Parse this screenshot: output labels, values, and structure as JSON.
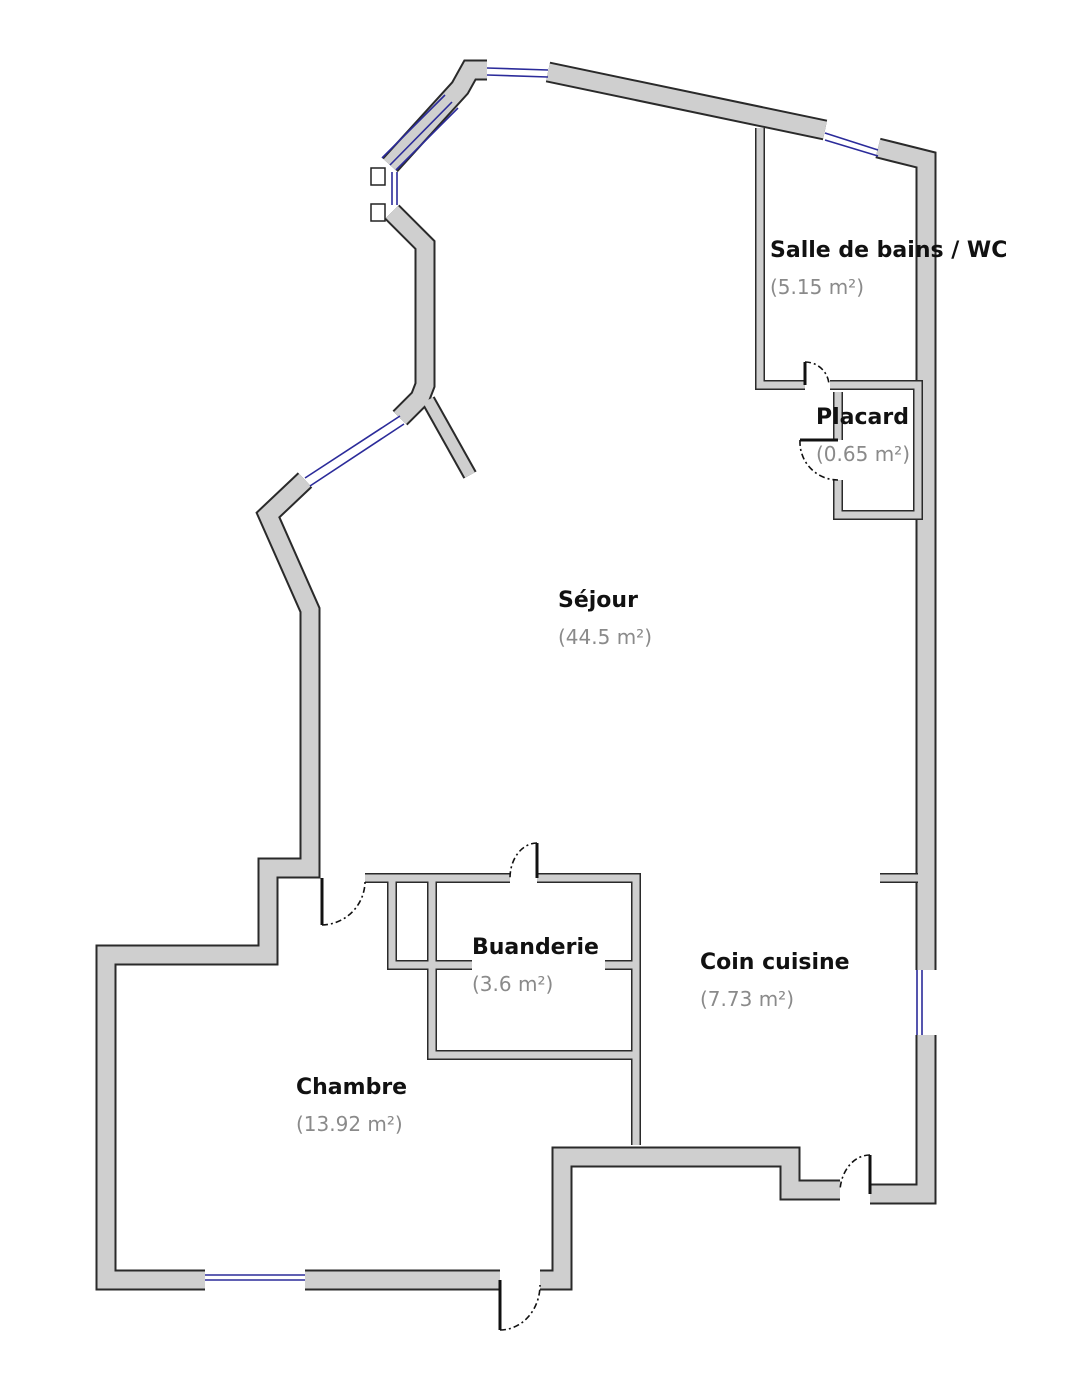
{
  "rooms": [
    {
      "name": "Salle de bains / WC",
      "area": "(5.15 m²)"
    },
    {
      "name": "Placard",
      "area": "(0.65 m²)"
    },
    {
      "name": "Séjour",
      "area": "(44.5 m²)"
    },
    {
      "name": "Buanderie",
      "area": "(3.6 m²)"
    },
    {
      "name": "Coin cuisine",
      "area": "(7.73 m²)"
    },
    {
      "name": "Chambre",
      "area": "(13.92 m²)"
    }
  ],
  "colors": {
    "wall": "#cfcfcf",
    "wall_outline": "#2a2a2a",
    "window": "#2b2b9a",
    "area_text": "#8a8a8a"
  }
}
